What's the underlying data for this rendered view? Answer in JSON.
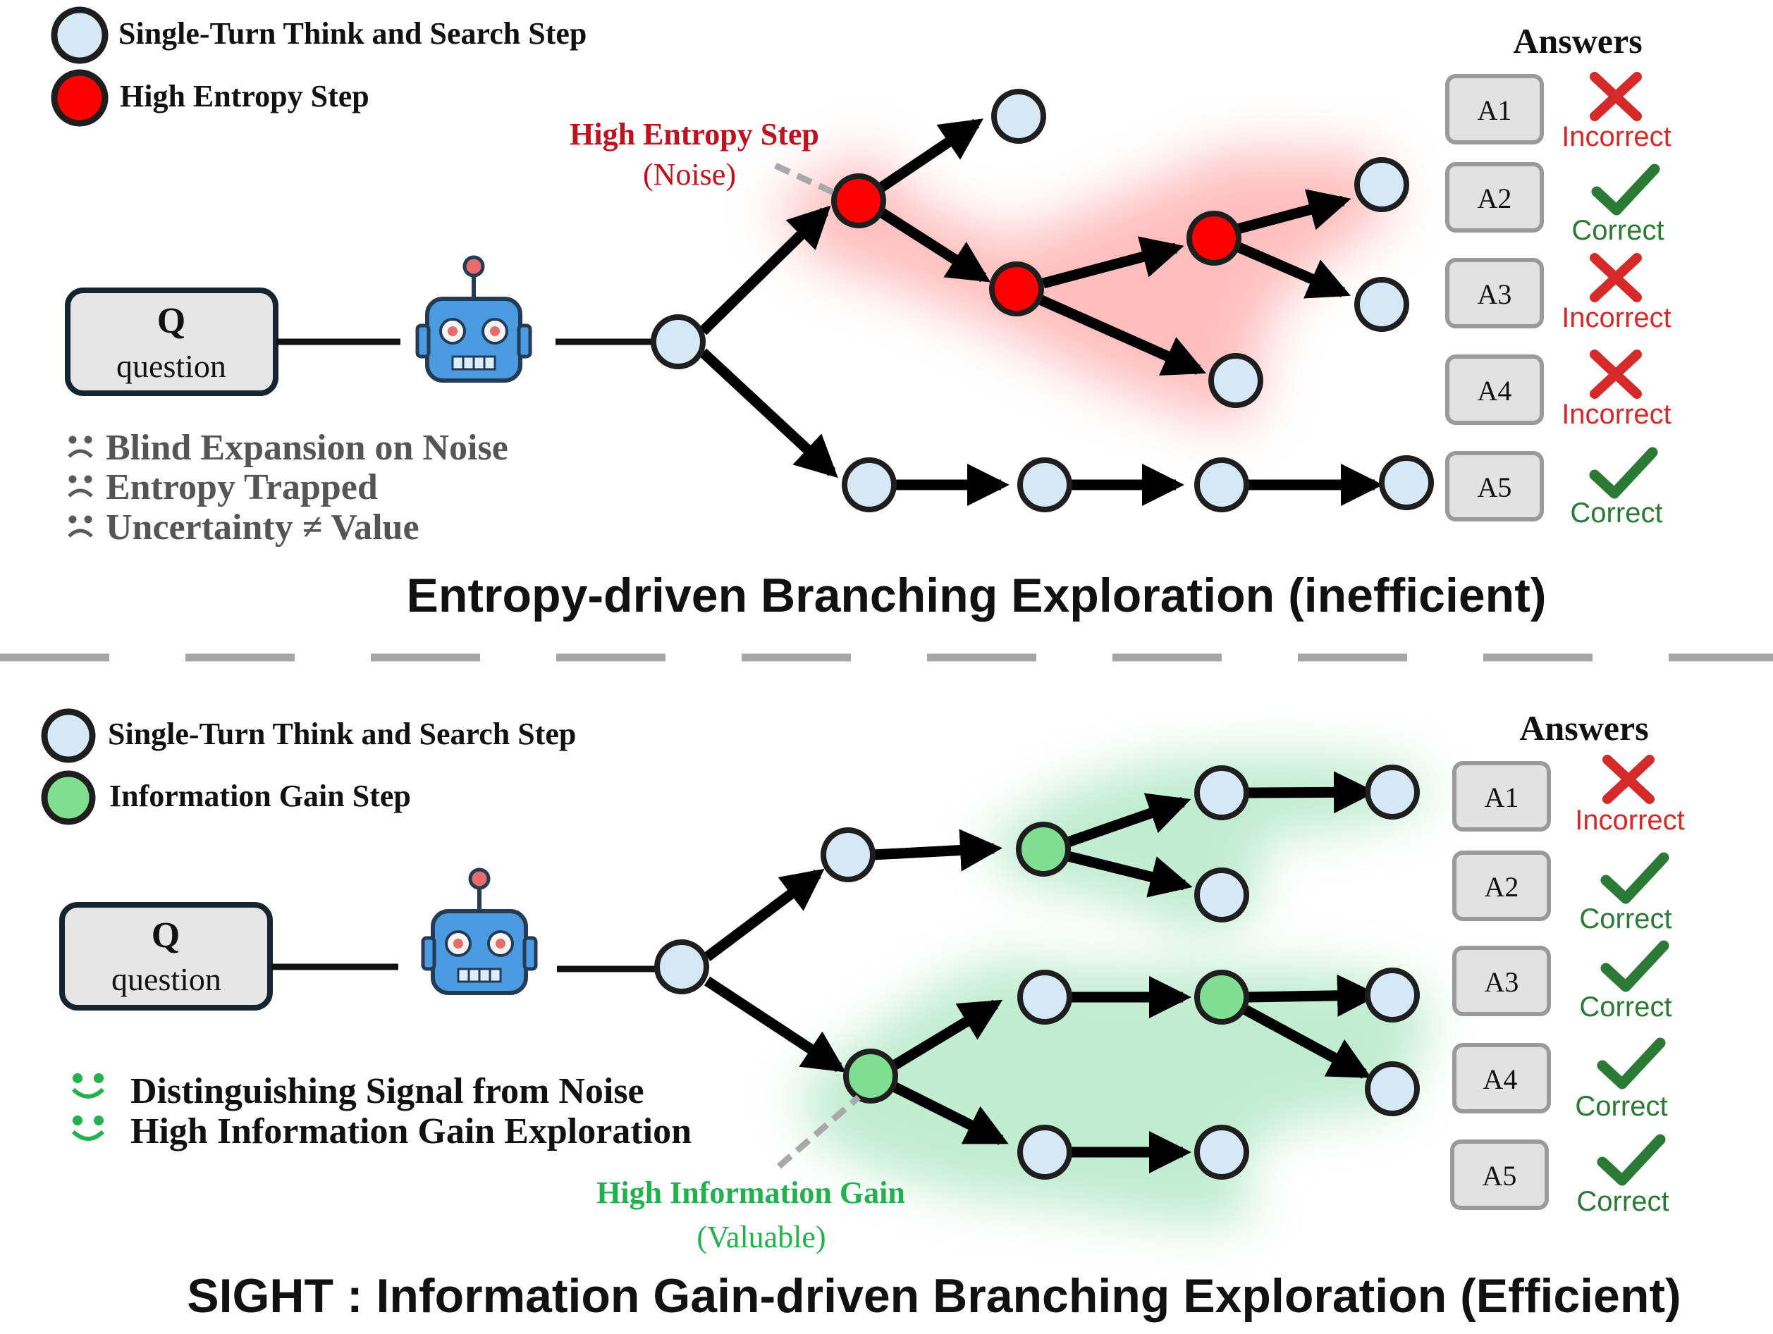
{
  "top": {
    "legend": {
      "step": "Single-Turn Think and Search Step",
      "special": "High Entropy Step"
    },
    "question": {
      "q": "Q",
      "text": "question"
    },
    "callout": {
      "title": "High Entropy Step",
      "sub": "(Noise)"
    },
    "answers_header": "Answers",
    "answers": [
      {
        "id": "A1",
        "verdict": "Incorrect"
      },
      {
        "id": "A2",
        "verdict": "Correct"
      },
      {
        "id": "A3",
        "verdict": "Incorrect"
      },
      {
        "id": "A4",
        "verdict": "Incorrect"
      },
      {
        "id": "A5",
        "verdict": "Correct"
      }
    ],
    "notes": [
      "Blind Expansion on Noise",
      "Entropy Trapped",
      "Uncertainty ≠ Value"
    ],
    "title": "Entropy-driven Branching Exploration (inefficient)"
  },
  "bottom": {
    "legend": {
      "step": "Single-Turn Think and Search Step",
      "special": "Information Gain Step"
    },
    "question": {
      "q": "Q",
      "text": "question"
    },
    "callout": {
      "title": "High Information Gain",
      "sub": "(Valuable)"
    },
    "answers_header": "Answers",
    "answers": [
      {
        "id": "A1",
        "verdict": "Incorrect"
      },
      {
        "id": "A2",
        "verdict": "Correct"
      },
      {
        "id": "A3",
        "verdict": "Correct"
      },
      {
        "id": "A4",
        "verdict": "Correct"
      },
      {
        "id": "A5",
        "verdict": "Correct"
      }
    ],
    "notes": [
      "Distinguishing Signal from Noise",
      "High Information Gain Exploration"
    ],
    "title": "SIGHT : Information Gain-driven Branching Exploration (Efficient)"
  },
  "colors": {
    "node": "#d6e8f6",
    "entropy": "#ff0000",
    "info_gain": "#7fde8f",
    "incorrect": "#d62a2a",
    "correct": "#2a7a35",
    "entropy_glow": "#ffb3b3",
    "gain_glow": "#b6e9c8",
    "robot": "#4a9be0"
  }
}
